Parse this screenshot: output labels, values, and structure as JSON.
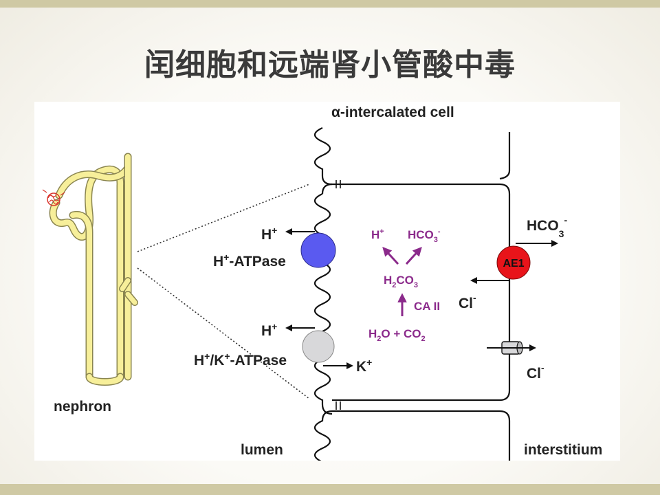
{
  "slide": {
    "title": "闰细胞和远端肾小管酸中毒"
  },
  "cell_title": {
    "prefix": "α",
    "text": "-intercalated cell"
  },
  "labels": {
    "nephron": "nephron",
    "lumen": "lumen",
    "interstitium": "interstitium"
  },
  "apical": {
    "h_plus_top": {
      "base": "H",
      "sup": "+"
    },
    "h_atpase": {
      "base": "H",
      "sup": "+",
      "rest": "-ATPase"
    },
    "h_plus_bottom": {
      "base": "H",
      "sup": "+"
    },
    "hk_atpase": {
      "p1": "H",
      "s1": "+",
      "p2": "/K",
      "s2": "+",
      "p3": "-ATPase"
    },
    "k_plus": {
      "base": "K",
      "sup": "+"
    }
  },
  "cytoplasm": {
    "h_plus": {
      "base": "H",
      "sup": "+"
    },
    "hco3": {
      "base": "HCO",
      "sub": "3",
      "sup": "-"
    },
    "h2co3": {
      "p1": "H",
      "s1": "2",
      "p2": "CO",
      "s2": "3"
    },
    "ca_ii": "CA II",
    "h2o_co2": {
      "p1": "H",
      "s1": "2",
      "p2": "O + CO",
      "s2": "2"
    }
  },
  "basolateral": {
    "hco3": {
      "base": "HCO",
      "sub": "3",
      "sup": "-"
    },
    "ae1": "AE1",
    "cl_top": {
      "base": "Cl",
      "sup": "-"
    },
    "cl_bottom": {
      "base": "Cl",
      "sup": "-"
    }
  },
  "colors": {
    "h_atpase": "#5a5af0",
    "hk_atpase": "#d8d8da",
    "ae1": "#e8141a",
    "reaction": "#8b2a8b",
    "nephron_tubule": "#f7ef9a",
    "glomerulus": "#d9342b",
    "accent_bar": "#cfc9a4"
  }
}
